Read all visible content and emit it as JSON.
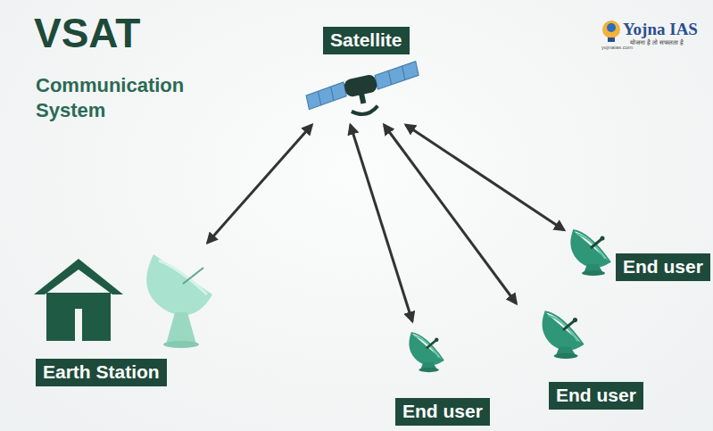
{
  "diagram": {
    "title": "VSAT",
    "nodes": [
      {
        "text": [
          "Satellite"
        ]
      },
      {
        "text": [
          "Earth Station"
        ]
      },
      {
        "text": [
          "End user"
        ]
      },
      {
        "text": [
          "End user"
        ]
      },
      {
        "text": [
          "End user"
        ]
      }
    ],
    "edges": [
      {
        "from": 0,
        "to": 1,
        "arrow": "both"
      },
      {
        "from": 0,
        "to": 2,
        "arrow": "both"
      },
      {
        "from": 0,
        "to": 3,
        "arrow": "both"
      },
      {
        "from": 0,
        "to": 4,
        "arrow": "both"
      }
    ],
    "labels": [
      "Communication System",
      "Yojna IAS",
      "योजना है तो सफलता है",
      "yojnaias.com"
    ]
  }
}
